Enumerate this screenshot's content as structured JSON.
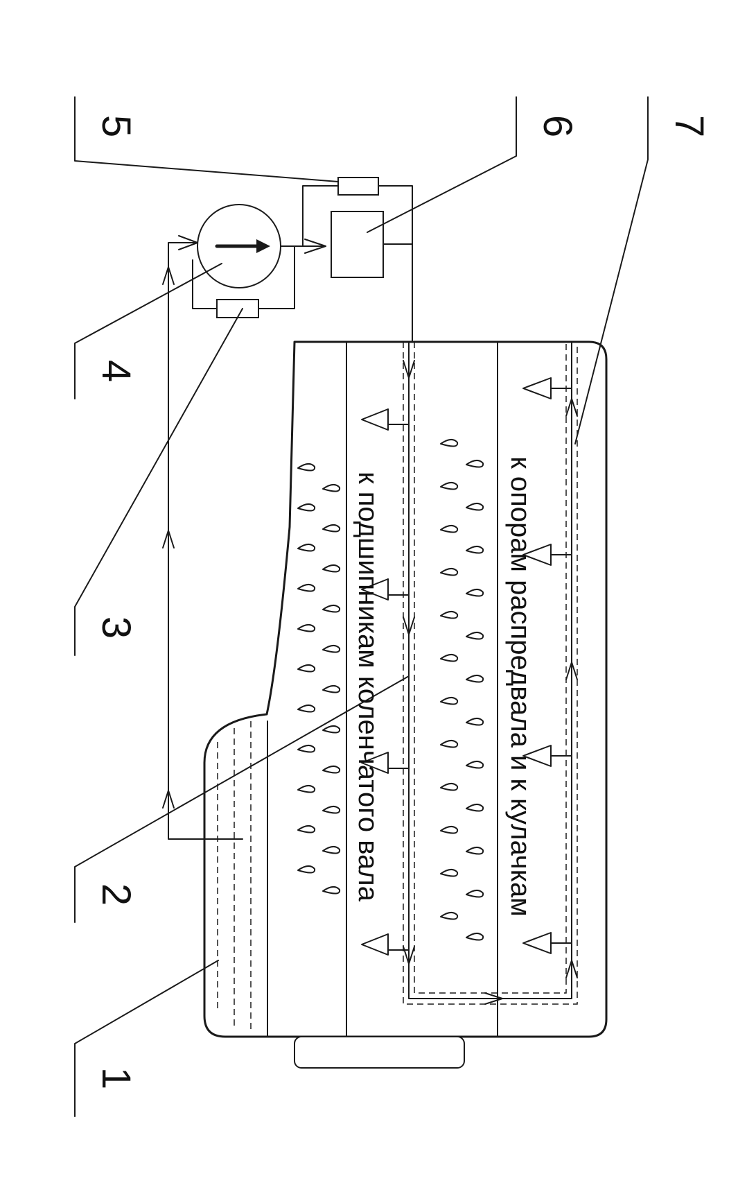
{
  "labels": {
    "n1": "1",
    "n2": "2",
    "n3": "3",
    "n4": "4",
    "n5": "5",
    "n6": "6",
    "n7": "7"
  },
  "captions": {
    "camshaft": "к опорам распредвала и к кулачкам",
    "crankshaft": "к подшипникам коленчатого вала"
  }
}
